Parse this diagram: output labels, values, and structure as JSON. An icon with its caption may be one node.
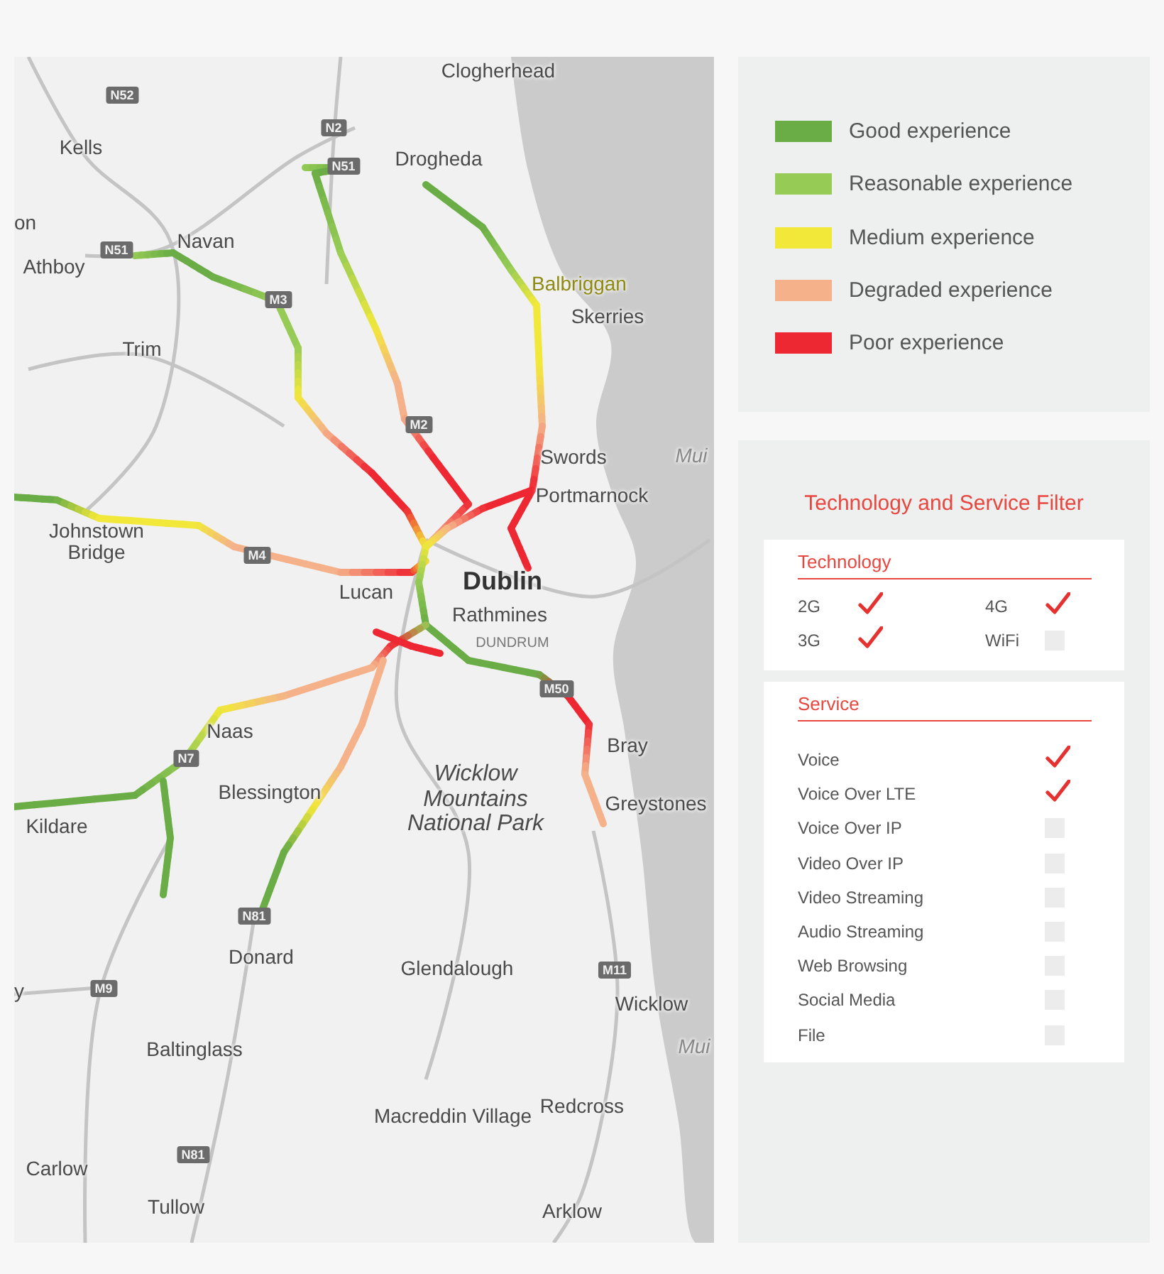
{
  "diagram": {
    "nodes": [
      {
        "text": [
          "Technology and Service Filter"
        ]
      },
      {
        "text": [
          "Technology"
        ],
        "in": 0
      },
      {
        "text": [
          "2G"
        ],
        "in": 1
      },
      {
        "text": [],
        "shape": "checkmark",
        "in": 1
      },
      {
        "text": [
          "4G"
        ],
        "in": 1
      },
      {
        "text": [],
        "shape": "checkmark",
        "in": 1
      },
      {
        "text": [
          "3G"
        ],
        "in": 1
      },
      {
        "text": [],
        "shape": "checkmark",
        "in": 1
      },
      {
        "text": [
          "WiFi"
        ],
        "in": 1
      },
      {
        "text": [],
        "shape": "box",
        "in": 1
      },
      {
        "text": [
          "Service"
        ],
        "in": 0
      },
      {
        "text": [
          "Voice"
        ],
        "in": 10
      },
      {
        "text": [],
        "shape": "checkmark",
        "in": 10
      },
      {
        "text": [
          "Voice Over LTE"
        ],
        "in": 10
      },
      {
        "text": [],
        "shape": "checkmark",
        "in": 10
      },
      {
        "text": [
          "Voice Over IP"
        ],
        "in": 10
      },
      {
        "text": [],
        "shape": "box",
        "in": 10
      },
      {
        "text": [
          "Video Over IP"
        ],
        "in": 10
      },
      {
        "text": [],
        "shape": "box",
        "in": 10
      },
      {
        "text": [
          "Video Streaming"
        ],
        "in": 10
      },
      {
        "text": [],
        "shape": "box",
        "in": 10
      },
      {
        "text": [
          "Audio Streaming"
        ],
        "in": 10
      },
      {
        "text": [],
        "shape": "box",
        "in": 10
      },
      {
        "text": [
          "Web Browsing"
        ],
        "in": 10
      },
      {
        "text": [],
        "shape": "box",
        "in": 10
      },
      {
        "text": [
          "Social Media"
        ],
        "in": 10
      },
      {
        "text": [],
        "shape": "box",
        "in": 10
      },
      {
        "text": [
          "File"
        ],
        "in": 10
      },
      {
        "text": [],
        "shape": "box",
        "in": 10
      }
    ],
    "labels": [
      "Clogherhead",
      "N52",
      "N2",
      "Kells",
      "Drogheda",
      "N51",
      "on",
      "Navan",
      "N51",
      "Athboy",
      "Balbriggan",
      "M3",
      "Skerries",
      "Trim",
      "M2",
      "Mui",
      "Swords",
      "Portmarnock",
      "Johnstown Bridge",
      "M4",
      "Lucan",
      "Dublin",
      "Rathmines",
      "DUNDRUM",
      "M50",
      "Naas",
      "Bray",
      "N7",
      "Blessington",
      "Wicklow Mountains National Park",
      "Kildare",
      "Greystones",
      "N81",
      "Donard",
      "Glendalough",
      "M11",
      "M9",
      "y",
      "Wicklow",
      "Mui",
      "Baltinglass",
      "Redcross",
      "Macreddin Village",
      "N81",
      "Carlow",
      "Tullow",
      "Arklow"
    ],
    "legend": [
      {
        "text": "Good experience",
        "color": "#6aad46"
      },
      {
        "text": "Reasonable experience",
        "color": "#96cc55"
      },
      {
        "text": "Medium experience",
        "color": "#f2e83a"
      },
      {
        "text": "Degraded experience",
        "color": "#f4b18a"
      },
      {
        "text": "Poor experience",
        "color": "#ee2833"
      }
    ]
  }
}
